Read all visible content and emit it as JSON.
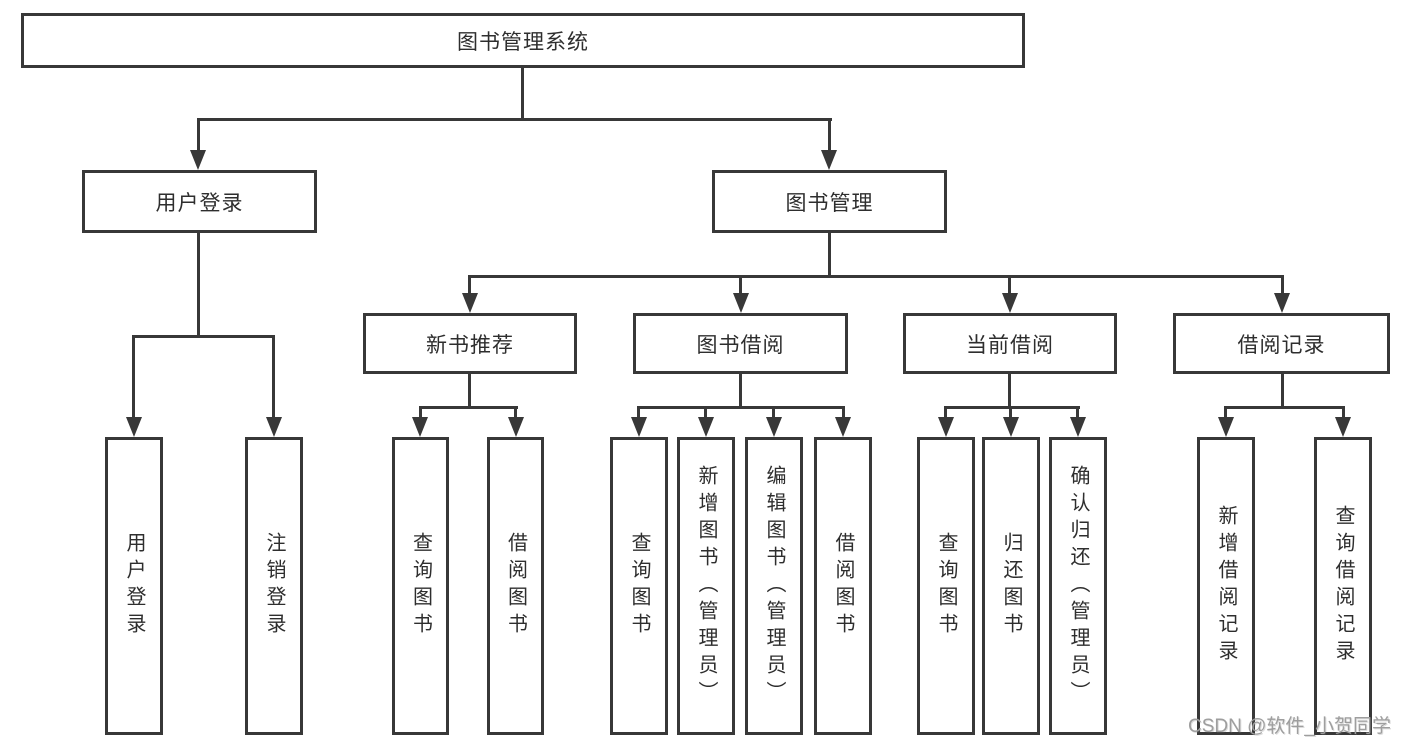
{
  "diagram": {
    "root": {
      "label": "图书管理系统"
    },
    "level2": [
      {
        "label": "用户登录"
      },
      {
        "label": "图书管理"
      }
    ],
    "level3": [
      {
        "label": "新书推荐",
        "parent": "图书管理"
      },
      {
        "label": "图书借阅",
        "parent": "图书管理"
      },
      {
        "label": "当前借阅",
        "parent": "图书管理"
      },
      {
        "label": "借阅记录",
        "parent": "图书管理"
      }
    ],
    "leaves": [
      {
        "label": "用户登录",
        "parent": "用户登录"
      },
      {
        "label": "注销登录",
        "parent": "用户登录"
      },
      {
        "label": "查询图书",
        "parent": "新书推荐"
      },
      {
        "label": "借阅图书",
        "parent": "新书推荐"
      },
      {
        "label": "查询图书",
        "parent": "图书借阅"
      },
      {
        "label": "新增图书（管理员）",
        "parent": "图书借阅"
      },
      {
        "label": "编辑图书（管理员）",
        "parent": "图书借阅"
      },
      {
        "label": "借阅图书",
        "parent": "图书借阅"
      },
      {
        "label": "查询图书",
        "parent": "当前借阅"
      },
      {
        "label": "归还图书",
        "parent": "当前借阅"
      },
      {
        "label": "确认归还（管理员）",
        "parent": "当前借阅"
      },
      {
        "label": "新增借阅记录",
        "parent": "借阅记录"
      },
      {
        "label": "查询借阅记录",
        "parent": "借阅记录"
      }
    ],
    "watermark": "CSDN @软件_小贺同学",
    "colors": {
      "line": "#383838",
      "text": "#2e2e2e",
      "watermark": "#9e9e9e",
      "background": "#ffffff"
    }
  }
}
